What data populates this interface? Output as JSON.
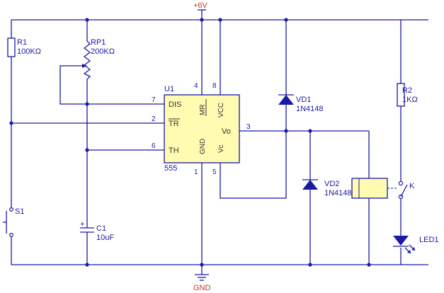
{
  "power": {
    "vcc_label": "+6V",
    "gnd_label": "GND"
  },
  "components": {
    "r1": {
      "ref": "R1",
      "value": "100KΩ"
    },
    "rp1": {
      "ref": "RP1",
      "value": "200KΩ"
    },
    "r2": {
      "ref": "R2",
      "value": "1KΩ"
    },
    "vd1": {
      "ref": "VD1",
      "value": "1N4148"
    },
    "vd2": {
      "ref": "VD2",
      "value": "1N4148"
    },
    "c1": {
      "ref": "C1",
      "value": "10uF"
    },
    "s1": {
      "ref": "S1"
    },
    "k": {
      "ref": "K"
    },
    "led1": {
      "ref": "LED1"
    },
    "u1": {
      "ref": "U1",
      "part": "555",
      "pin_names": {
        "dis": "DIS",
        "tr": "TR",
        "th": "TH",
        "mr": "MR",
        "vcc": "VCC",
        "gnd": "GND",
        "vc": "Vc",
        "vo": "Vo"
      },
      "pin_numbers": {
        "dis": "7",
        "tr": "2",
        "th": "6",
        "mr": "4",
        "vcc": "8",
        "gnd": "1",
        "vc": "5",
        "vo": "3"
      }
    }
  },
  "colors": {
    "wire": "#1a1aa6",
    "chip_fill": "#fffbb0",
    "relay_fill": "#fffbb0",
    "component_fill": "#ffffff",
    "power_label": "#c0392b"
  }
}
